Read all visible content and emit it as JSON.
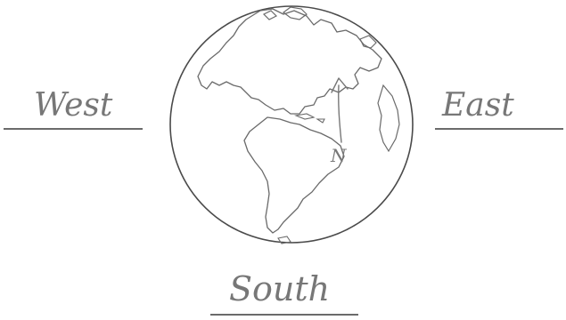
{
  "labels": {
    "west": "West",
    "east": "East",
    "south": "South",
    "arrow_letter": "N"
  },
  "colors": {
    "ink": "#7a7a7a",
    "line": "#3a3a3a",
    "background": "#ffffff"
  },
  "icons": {
    "globe": "globe-icon",
    "arrow": "north-arrow-icon"
  }
}
